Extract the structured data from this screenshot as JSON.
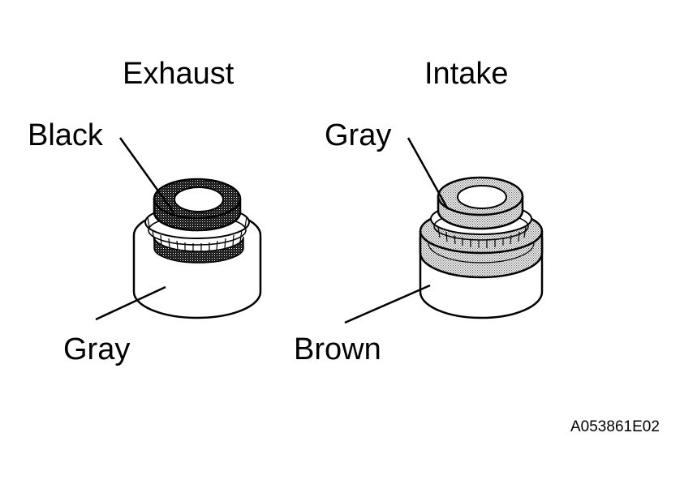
{
  "figure_code": "A053861E02",
  "seals": [
    {
      "heading": "Exhaust",
      "top_label": "Black",
      "bottom_label": "Gray",
      "top_color": "#222222",
      "body_color": "#ffffff"
    },
    {
      "heading": "Intake",
      "top_label": "Gray",
      "bottom_label": "Brown",
      "top_color": "#b8b8b8",
      "body_color": "#ffffff"
    }
  ]
}
